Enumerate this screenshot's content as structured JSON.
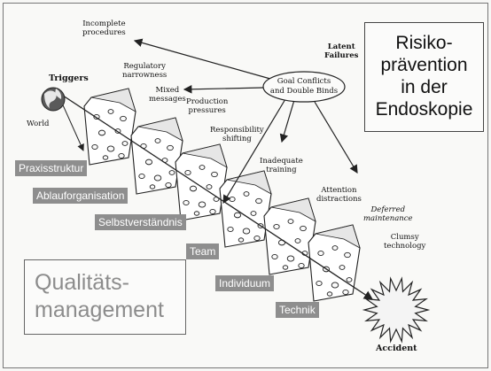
{
  "title_box": {
    "line1": "Risiko-",
    "line2": "prävention",
    "line3": "in der",
    "line4": "Endoskopie"
  },
  "qm_box": {
    "line1": "Qualitäts-",
    "line2": "management"
  },
  "layer_labels": [
    "Praxisstruktur",
    "Ablauforganisation",
    "Selbstverständnis",
    "Team",
    "Individuum",
    "Technik"
  ],
  "annotations": {
    "latent_failures": {
      "l1": "Latent",
      "l2": "Failures"
    },
    "goal_conflicts": {
      "l1": "Goal Conflicts",
      "l2": "and Double Binds"
    },
    "triggers": "Triggers",
    "world": "World",
    "incomplete": {
      "l1": "Incomplete",
      "l2": "procedures"
    },
    "regulatory": {
      "l1": "Regulatory",
      "l2": "narrowness"
    },
    "mixed": {
      "l1": "Mixed",
      "l2": "messages"
    },
    "production": {
      "l1": "Production",
      "l2": "pressures"
    },
    "responsibility": {
      "l1": "Responsibility",
      "l2": "shifting"
    },
    "inadequate": {
      "l1": "Inadequate",
      "l2": "training"
    },
    "attention": {
      "l1": "Attention",
      "l2": "distractions"
    },
    "deferred": {
      "l1": "Deferred",
      "l2": "maintenance"
    },
    "clumsy": {
      "l1": "Clumsy",
      "l2": "technology"
    },
    "accident": "Accident"
  },
  "colors": {
    "label_bg": "#8e8e8e",
    "cheese_fill": "#ffffff",
    "stroke": "#222222",
    "qm_text": "#8c8c8c"
  }
}
